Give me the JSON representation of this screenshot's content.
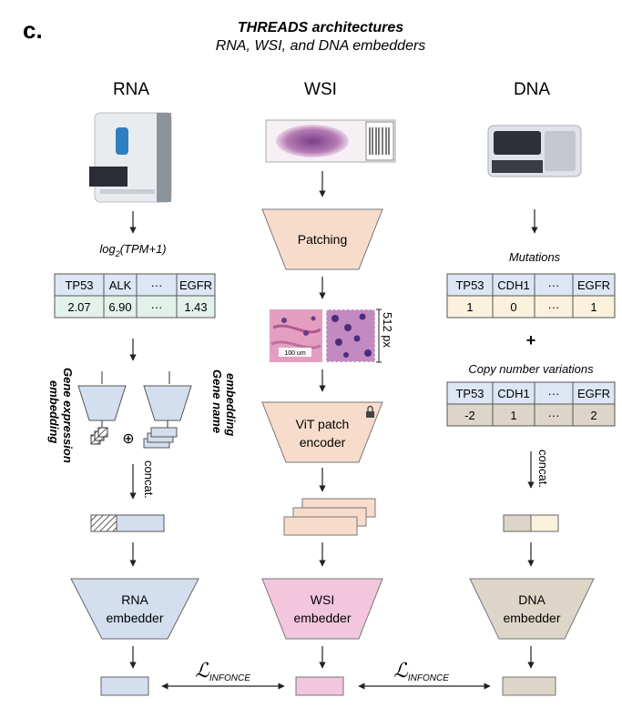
{
  "panel_letter": "c.",
  "header": {
    "title": "THREADS architectures",
    "subtitle": "RNA, WSI, and DNA embedders"
  },
  "columns": {
    "rna": "RNA",
    "wsi": "WSI",
    "dna": "DNA"
  },
  "rna": {
    "transform_label": "log",
    "transform_sub": "2",
    "transform_rest": "(TPM+1)",
    "table": {
      "headers": [
        "TP53",
        "ALK",
        "···",
        "EGFR"
      ],
      "values": [
        "2.07",
        "6.90",
        "···",
        "1.43"
      ]
    },
    "gene_expression_label": [
      "Gene expression",
      "embedding"
    ],
    "gene_name_label": [
      "Gene name",
      "embedding"
    ],
    "plus_symbol": "⊕",
    "concat_label": "concat.",
    "embedder": [
      "RNA",
      "embedder"
    ]
  },
  "wsi": {
    "patching": "Patching",
    "scale_bar": "100 um",
    "patch_size": "512 px",
    "vit": [
      "ViT patch",
      "encoder"
    ],
    "embedder": [
      "WSI",
      "embedder"
    ]
  },
  "dna": {
    "mutations_label": "Mutations",
    "mutations_table": {
      "headers": [
        "TP53",
        "CDH1",
        "···",
        "EGFR"
      ],
      "values": [
        "1",
        "0",
        "···",
        "1"
      ]
    },
    "plus": "+",
    "cnv_label": "Copy number variations",
    "cnv_table": {
      "headers": [
        "TP53",
        "CDH1",
        "···",
        "EGFR"
      ],
      "values": [
        "-2",
        "1",
        "···",
        "2"
      ]
    },
    "concat_label": "concat.",
    "embedder": [
      "DNA",
      "embedder"
    ]
  },
  "loss": {
    "symbol": "ℒ",
    "subscript": "INFONCE"
  },
  "colors": {
    "rna_fill": "#d3deee",
    "wsi_fill": "#f2c6dc",
    "patch_fill": "#f8dccb",
    "dna_fill": "#ddd6c8",
    "cream": "#fbf1dc",
    "table_head_rna": "#dde6f4",
    "table_row_rna": "#e2f2ea",
    "dna_val_row1": "#fbf1dc",
    "dna_val_row2": "#ddd6c8"
  }
}
